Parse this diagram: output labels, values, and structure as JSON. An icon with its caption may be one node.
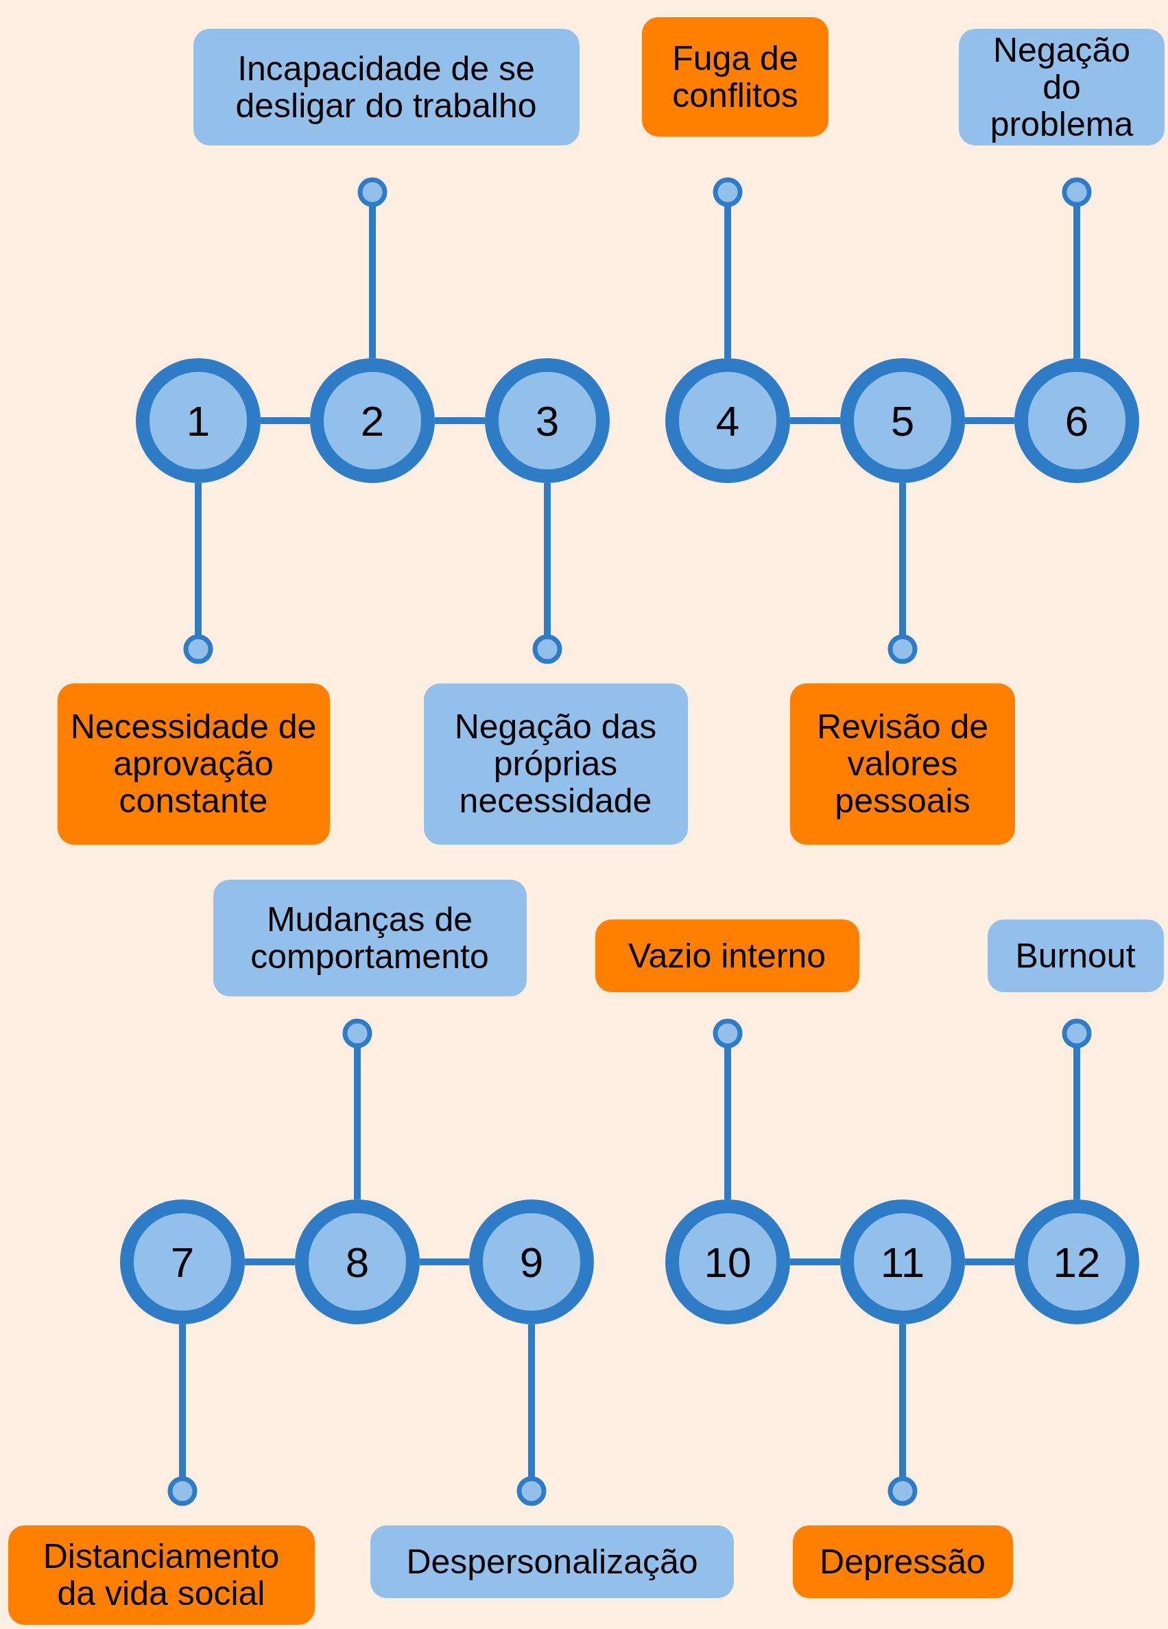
{
  "diagram": {
    "nodes": [
      {
        "text": [
          "Incapacidade de se desligar do trabalho"
        ]
      },
      {
        "text": [
          "Fuga de conflitos"
        ]
      },
      {
        "text": [
          "Negação do problema"
        ]
      },
      {
        "text": [
          "1"
        ]
      },
      {
        "text": [
          "2"
        ]
      },
      {
        "text": [
          "3"
        ]
      },
      {
        "text": [
          "4"
        ]
      },
      {
        "text": [
          "5"
        ]
      },
      {
        "text": [
          "6"
        ]
      },
      {
        "text": [
          "Necessidade de aprovação constante"
        ]
      },
      {
        "text": [
          "Negação das próprias necessidade"
        ]
      },
      {
        "text": [
          "Revisão de valores pessoais"
        ]
      },
      {
        "text": [
          "Mudanças de comportamento"
        ]
      },
      {
        "text": [
          "Vazio interno"
        ]
      },
      {
        "text": [
          "Burnout"
        ]
      },
      {
        "text": [
          "7"
        ]
      },
      {
        "text": [
          "8"
        ]
      },
      {
        "text": [
          "9"
        ]
      },
      {
        "text": [
          "10"
        ]
      },
      {
        "text": [
          "11"
        ]
      },
      {
        "text": [
          "12"
        ]
      },
      {
        "text": [
          "Distanciamento da vida social"
        ]
      },
      {
        "text": [
          "Despersonalização"
        ]
      },
      {
        "text": [
          "Depressão"
        ]
      }
    ],
    "edges": [
      {
        "from": 3,
        "to": 4,
        "arrow": "none"
      },
      {
        "from": 4,
        "to": 5,
        "arrow": "none"
      },
      {
        "from": 6,
        "to": 7,
        "arrow": "none"
      },
      {
        "from": 7,
        "to": 8,
        "arrow": "none"
      },
      {
        "from": 15,
        "to": 16,
        "arrow": "none"
      },
      {
        "from": 16,
        "to": 17,
        "arrow": "none"
      },
      {
        "from": 18,
        "to": 19,
        "arrow": "none"
      },
      {
        "from": 19,
        "to": 20,
        "arrow": "none"
      },
      {
        "from": 3,
        "to": 9,
        "arrow": "other"
      },
      {
        "from": 4,
        "to": 0,
        "arrow": "other"
      },
      {
        "from": 5,
        "to": 10,
        "arrow": "other"
      },
      {
        "from": 6,
        "to": 1,
        "arrow": "other"
      },
      {
        "from": 7,
        "to": 11,
        "arrow": "other"
      },
      {
        "from": 8,
        "to": 2,
        "arrow": "other"
      },
      {
        "from": 15,
        "to": 21,
        "arrow": "other"
      },
      {
        "from": 16,
        "to": 12,
        "arrow": "other"
      },
      {
        "from": 17,
        "to": 22,
        "arrow": "other"
      },
      {
        "from": 18,
        "to": 13,
        "arrow": "other"
      },
      {
        "from": 19,
        "to": 23,
        "arrow": "other"
      },
      {
        "from": 20,
        "to": 14,
        "arrow": "other"
      }
    ]
  }
}
